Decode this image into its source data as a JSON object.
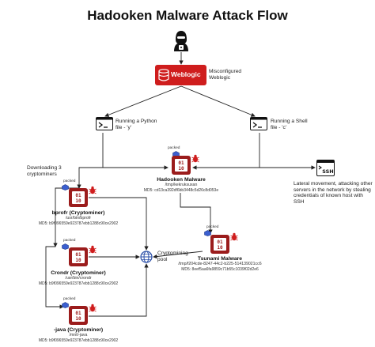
{
  "title": "Hadooken Malware Attack Flow",
  "nodes": {
    "hacker": {
      "icon": "hacker-icon"
    },
    "weblogic": {
      "label": "Weblogic",
      "icon": "database-icon",
      "color": "#cf1d1d",
      "caption": "Misconfigured Weblogic"
    },
    "python_script": {
      "label": "Running a Python file - 'y'",
      "icon": "terminal-icon"
    },
    "shell_script": {
      "label": "Running a Shell file - 'c'",
      "icon": "terminal-icon"
    },
    "downloading": {
      "label": "Downloading 3 cryptominers"
    },
    "hadooken": {
      "badge": "packed",
      "name": "Hadooken Malware",
      "path": "/tmp/kekruksuxan",
      "md5": "MD5: cd13ca392df6bb3448c5d26c8d053e",
      "icon": "malware-binary-icon"
    },
    "ssh": {
      "label": "SSH",
      "icon": "ssh-terminal-icon",
      "caption": "Lateral movement, attacking other servers in the network by stealing credentials of known host with SSH"
    },
    "bprofr": {
      "badge": "packed",
      "name": "bprofr (Cryptominer)",
      "path": "/usr/bin/bprofr",
      "md5": "MD5: b9f096559e923787ebb1288c90ce2902"
    },
    "crondr": {
      "badge": "packed",
      "name": "Crondr (Cryptominer)",
      "path": "/usr/bin/crondr",
      "md5": "MD5: b9f096559e923787ebb1288c90ce2902"
    },
    "java": {
      "badge": "packed",
      "name": "-java (Cryptominer)",
      "path": "/mnt/-java",
      "md5": "MD5: b9f096559e923787ebb1288c90ce2902"
    },
    "pool": {
      "label": "Cryptomining pool",
      "icon": "globe-icon"
    },
    "tsunami": {
      "badge": "packed",
      "name": "Tsunami Malware",
      "path": "/tmp/f204cde-8247-44c2-b225-514139021cc6",
      "md5": "MD5: 8eef5aa6fa9859c71b55c1039f02d2e6"
    }
  },
  "colors": {
    "malware": "#9b1c1c",
    "accent": "#cf1d1d",
    "packed_box": "#3b5fd0",
    "line": "#222222"
  }
}
